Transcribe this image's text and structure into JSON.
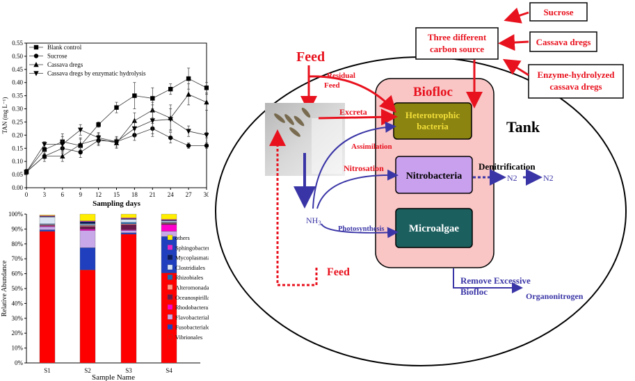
{
  "chart_data": [
    {
      "type": "line",
      "xlabel": "Sampling days",
      "ylabel": "TAN (mg L⁻¹)",
      "xlim": [
        0,
        30
      ],
      "ylim": [
        0,
        0.55
      ],
      "xticks": [
        0,
        3,
        6,
        9,
        12,
        15,
        18,
        21,
        24,
        27,
        30
      ],
      "yticks": [
        0.0,
        0.05,
        0.1,
        0.15,
        0.2,
        0.25,
        0.3,
        0.35,
        0.4,
        0.45,
        0.5,
        0.55
      ],
      "legend_position": "top-left",
      "x": [
        0,
        3,
        6,
        9,
        12,
        15,
        18,
        21,
        24,
        27,
        30
      ],
      "series": [
        {
          "name": "Blank control",
          "marker": "square",
          "values": [
            0.06,
            0.145,
            0.175,
            0.16,
            0.24,
            0.305,
            0.35,
            0.34,
            0.375,
            0.415,
            0.38
          ],
          "errors": [
            0.01,
            0.02,
            0.03,
            0.03,
            0.01,
            0.02,
            0.05,
            0.04,
            0.02,
            0.04,
            0.02
          ]
        },
        {
          "name": "Sucrose",
          "marker": "circle",
          "values": [
            0.06,
            0.12,
            0.15,
            0.135,
            0.18,
            0.175,
            0.2,
            0.225,
            0.19,
            0.16,
            0.16
          ],
          "errors": [
            0.01,
            0.01,
            0.02,
            0.02,
            0.02,
            0.01,
            0.02,
            0.02,
            0.02,
            0.01,
            0.01
          ]
        },
        {
          "name": "Cassava dregs",
          "marker": "triangle-up",
          "values": [
            0.06,
            0.12,
            0.12,
            0.165,
            0.185,
            0.17,
            0.255,
            0.295,
            0.265,
            0.355,
            0.325
          ],
          "errors": [
            0.01,
            0.02,
            0.02,
            0.02,
            0.02,
            0.02,
            0.03,
            0.03,
            0.05,
            0.04,
            0.03
          ]
        },
        {
          "name": "Cassava dregs by enzymatic hydrolysis",
          "marker": "triangle-down",
          "values": [
            0.06,
            0.165,
            0.165,
            0.22,
            0.19,
            0.175,
            0.225,
            0.255,
            0.26,
            0.215,
            0.2
          ],
          "errors": [
            0.01,
            0.01,
            0.03,
            0.02,
            0.02,
            0.02,
            0.03,
            0.06,
            0.04,
            0.02,
            0.01
          ]
        }
      ]
    },
    {
      "type": "bar",
      "stacked": true,
      "xlabel": "Sample Name",
      "ylabel": "Relative Abundance",
      "ylim": [
        0,
        100
      ],
      "yticks": [
        "0%",
        "10%",
        "20%",
        "30%",
        "40%",
        "50%",
        "60%",
        "70%",
        "80%",
        "90%",
        "100%"
      ],
      "categories": [
        "S1",
        "S2",
        "S3",
        "S4"
      ],
      "legend_position": "right",
      "series": [
        {
          "name": "Vibrionales",
          "color": "#ff0000",
          "values": [
            88.5,
            62.5,
            86.5,
            60.5
          ]
        },
        {
          "name": "Fusobacteriales",
          "color": "#1f3fbf",
          "values": [
            1.0,
            15.0,
            1.0,
            24.5
          ]
        },
        {
          "name": "Flavobacteriales",
          "color": "#c8a8e8",
          "values": [
            2.0,
            11.5,
            1.5,
            3.5
          ]
        },
        {
          "name": "Rhodobacterales",
          "color": "#ff00cc",
          "values": [
            0.5,
            0.8,
            0.5,
            4.5
          ]
        },
        {
          "name": "Oceanospirillales",
          "color": "#6a1a4a",
          "values": [
            0.5,
            2.0,
            3.5,
            0.8
          ]
        },
        {
          "name": "Alteromonadales",
          "color": "#ff9a8a",
          "values": [
            0.5,
            0.7,
            0.5,
            0.5
          ]
        },
        {
          "name": "Rhizobiales",
          "color": "#1a6ab4",
          "values": [
            0.5,
            0.5,
            1.0,
            0.5
          ]
        },
        {
          "name": "Clostridiales",
          "color": "#d8e4f4",
          "values": [
            4.5,
            0.5,
            2.0,
            0.7
          ]
        },
        {
          "name": "Mycoplasmatales",
          "color": "#0a1a5a",
          "values": [
            0.5,
            1.5,
            0.5,
            0.5
          ]
        },
        {
          "name": "Sphingobacteriales",
          "color": "#ee22cc",
          "values": [
            0.5,
            0.5,
            0.5,
            0.5
          ]
        },
        {
          "name": "others",
          "color": "#ffee00",
          "values": [
            0.5,
            4.5,
            2.5,
            3.5
          ]
        }
      ]
    }
  ],
  "diagram": {
    "tank_label": "Tank",
    "biofloc_label": "Biofloc",
    "feed_label": "Feed",
    "feed_bottom_label": "Feed",
    "carbon_source_box": "Three different carbon source",
    "carbon_sources": [
      "Sucrose",
      "Cassava dregs",
      "Enzyme-hydrolyzed cassava dregs"
    ],
    "boxes": {
      "heterotrophic": "Heterotrophic bacteria",
      "nitrobacteria": "Nitrobacteria",
      "microalgae": "Microalgae"
    },
    "labels": {
      "residual_feed": "Residual Feed",
      "excreta": "Excreta",
      "assimilation": "Assimilation",
      "nitrosation": "Nitrosation",
      "photosynthesis": "Photosynthesis",
      "denitrification": "Denitrification",
      "nh3": "NH3",
      "n2a": "N2",
      "n2b": "N2",
      "remove": "Remove Excessive Biofloc",
      "organonitrogen": "Organonitrogen"
    },
    "colors": {
      "red": "#e8121e",
      "blue": "#3a35a6",
      "biofloc_fill": "#f9c5c5",
      "hetero_fill": "#8c8410",
      "hetero_text": "#f2df3a",
      "nitro_fill": "#c9a0ee",
      "algae_fill": "#1c5f5f"
    }
  }
}
